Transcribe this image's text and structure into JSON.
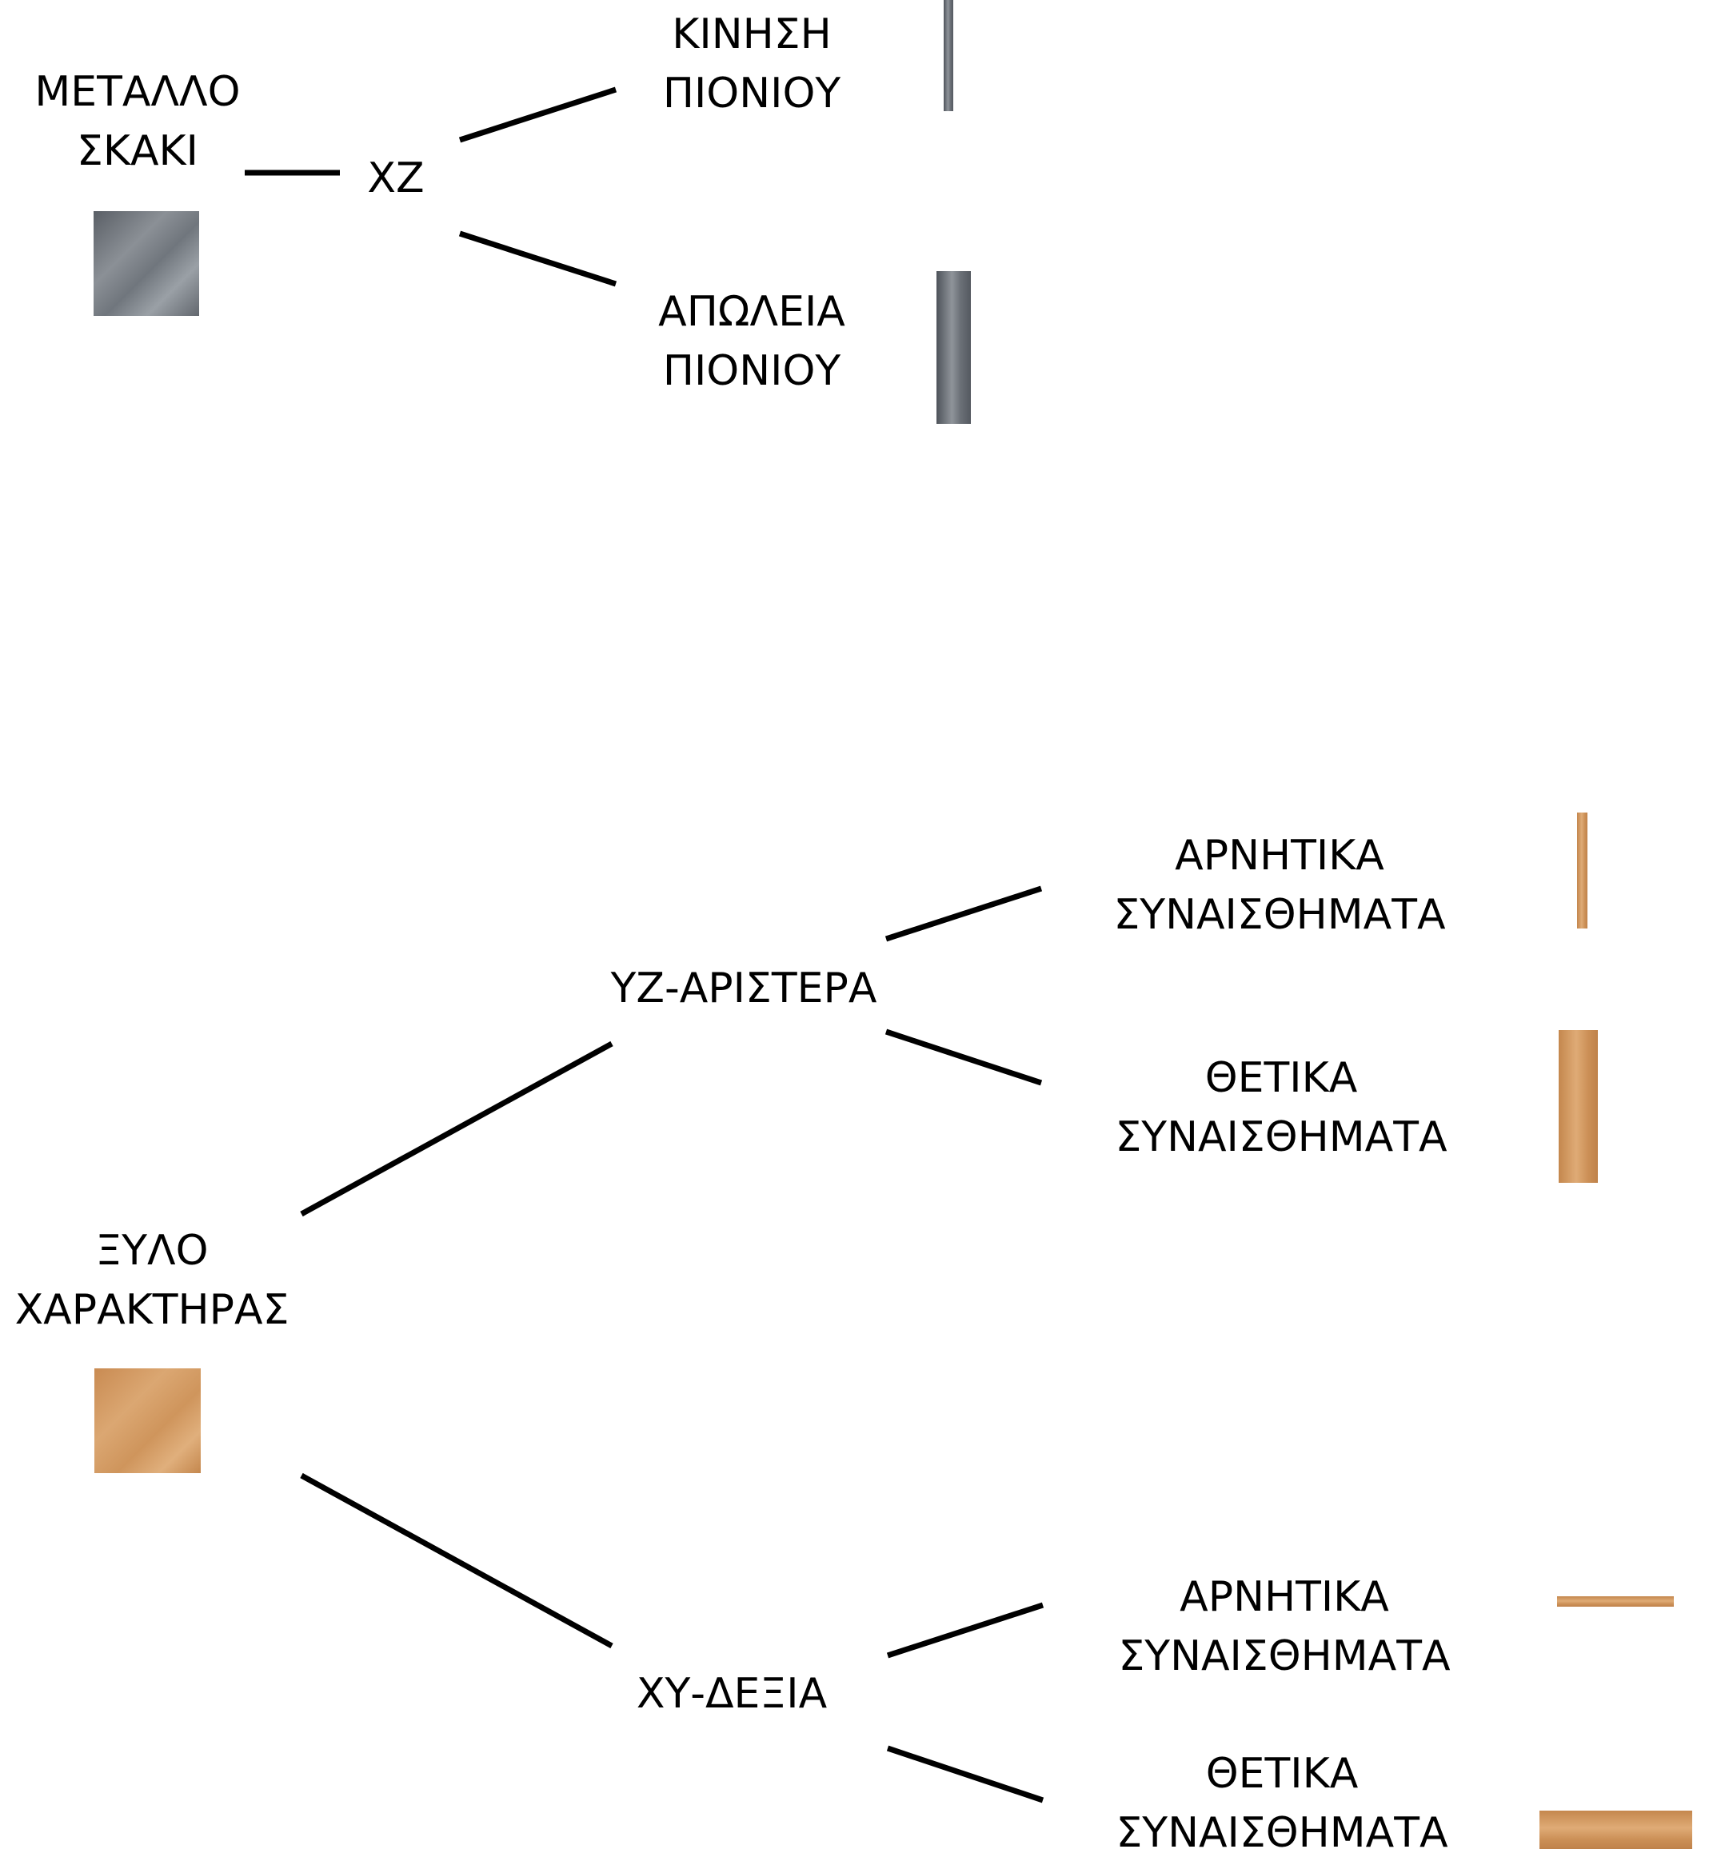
{
  "diagram": {
    "metal_branch": {
      "root_line1": "ΜΕΤΑΛΛΟ",
      "root_line2": "ΣΚΑΚΙ",
      "axis": "ΧΖ",
      "leaf1_line1": "ΚΙΝΗΣΗ",
      "leaf1_line2": "ΠΙΟΝΙΟΥ",
      "leaf2_line1": "ΑΠΩΛΕΙΑ",
      "leaf2_line2": "ΠΙΟΝΙΟΥ"
    },
    "wood_branch": {
      "root_line1": "ΞΥΛΟ",
      "root_line2": "ΧΑΡΑΚΤΗΡΑΣ",
      "upper_axis": "ΥΖ-ΑΡΙΣΤΕΡΑ",
      "upper_leaf1_line1": "ΑΡΝΗΤΙΚΑ",
      "upper_leaf1_line2": "ΣΥΝΑΙΣΘΗΜΑΤΑ",
      "upper_leaf2_line1": "ΘΕΤΙΚΑ",
      "upper_leaf2_line2": "ΣΥΝΑΙΣΘΗΜΑΤΑ",
      "lower_axis": "ΧΥ-ΔΕΞΙΑ",
      "lower_leaf1_line1": "ΑΡΝΗΤΙΚΑ",
      "lower_leaf1_line2": "ΣΥΝΑΙΣΘΗΜΑΤΑ",
      "lower_leaf2_line1": "ΘΕΤΙΚΑ",
      "lower_leaf2_line2": "ΣΥΝΑΙΣΘΗΜΑΤΑ"
    },
    "colors": {
      "metal": "#7a7f86",
      "wood": "#d29a63",
      "connector": "#000000"
    }
  }
}
